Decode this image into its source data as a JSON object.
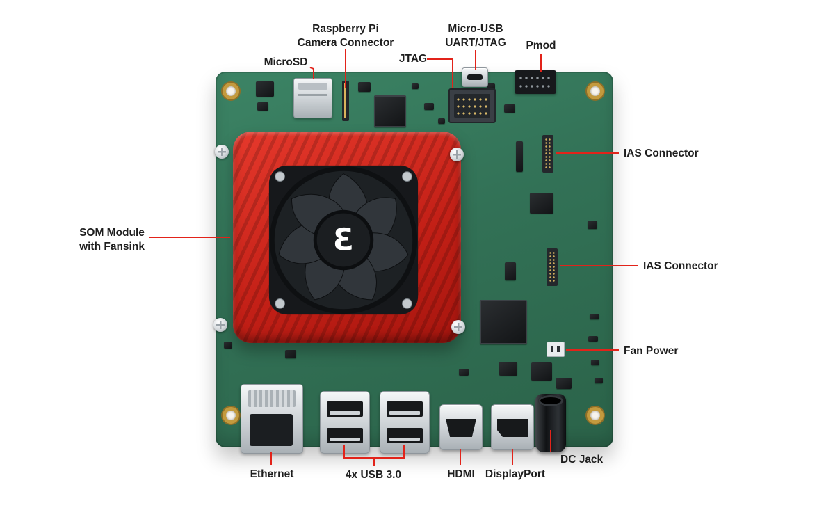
{
  "labels": {
    "camera_connector": {
      "line1": "Raspberry Pi",
      "line2": "Camera Connector"
    },
    "micro_usb": {
      "line1": "Micro-USB",
      "line2": "UART/JTAG"
    },
    "pmod": "Pmod",
    "microsd": "MicroSD",
    "jtag": "JTAG",
    "ias_connector_top": "IAS Connector",
    "som_module": {
      "line1": "SOM Module",
      "line2": "with Fansink"
    },
    "ias_connector_bottom": "IAS Connector",
    "fan_power": "Fan Power",
    "dc_jack": "DC Jack",
    "ethernet": "Ethernet",
    "usb": "4x USB 3.0",
    "hdmi": "HDMI",
    "displayport": "DisplayPort"
  },
  "logo_glyph": "Ɛ",
  "colors": {
    "pcb_green": "#327156",
    "fansink_red": "#c21f16",
    "leader_red": "#e2231a",
    "port_silver": "#ccd1d5",
    "chip_black": "#1a1d1f",
    "label_text": "#1e1e1e"
  }
}
